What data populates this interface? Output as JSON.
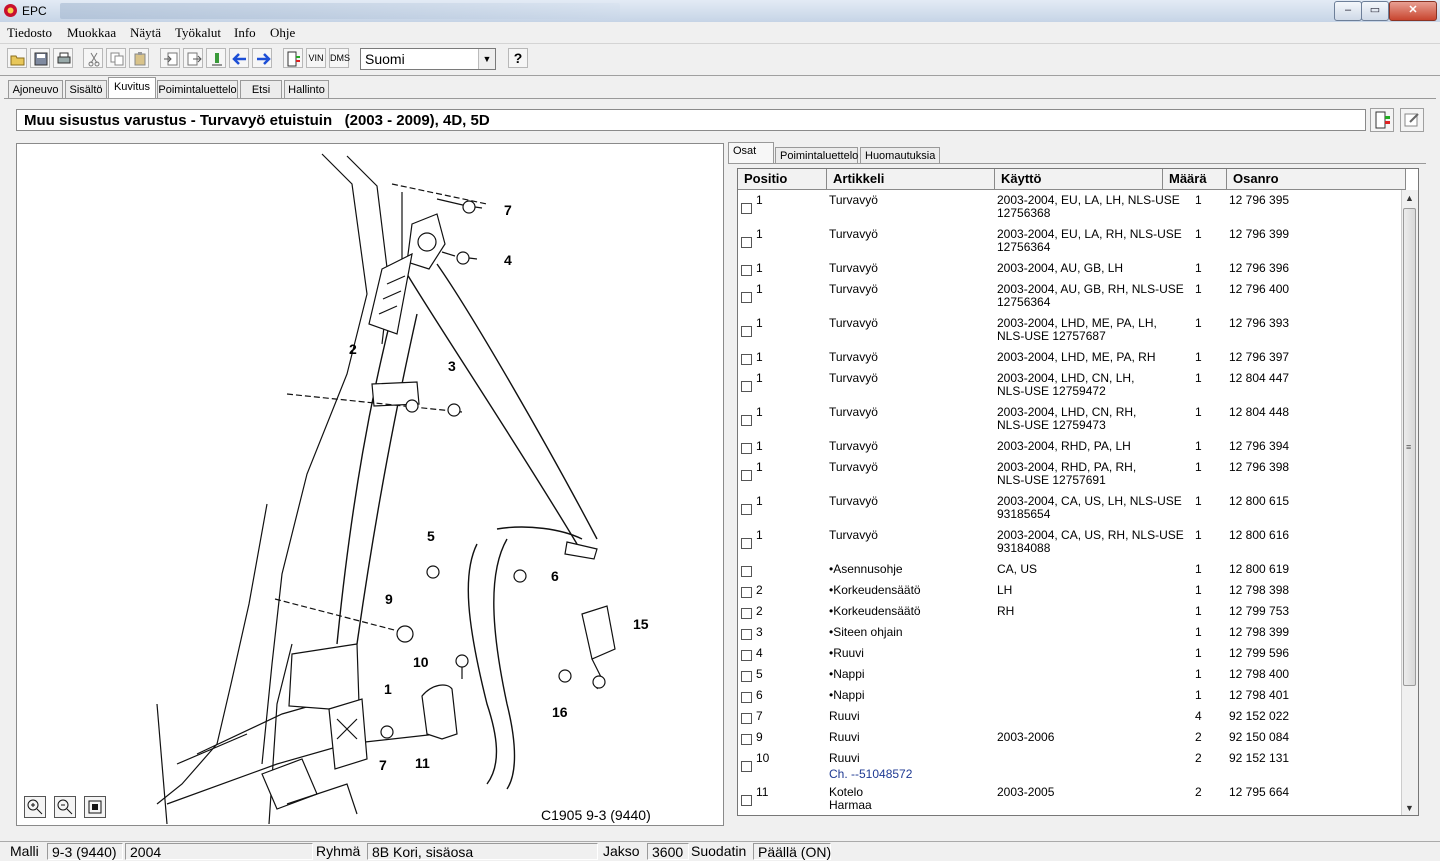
{
  "window": {
    "title": "EPC",
    "buttons": [
      "–",
      "▭",
      "✕"
    ]
  },
  "menu": [
    "Tiedosto",
    "Muokkaa",
    "Näytä",
    "Työkalut",
    "Info",
    "Ohje"
  ],
  "toolbar": {
    "vin_label": "VIN",
    "dms_label": "DMS",
    "language": "Suomi",
    "help_label": "?"
  },
  "main_tabs": [
    {
      "label": "Ajoneuvo"
    },
    {
      "label": "Sisältö"
    },
    {
      "label": "Kuvitus",
      "active": true
    },
    {
      "label": "Poimintaluettelo"
    },
    {
      "label": "Etsi"
    },
    {
      "label": "Hallinto"
    }
  ],
  "header": {
    "title": "Muu sisustus varustus - Turvavyö etuistuin   (2003 - 2009), 4D, 5D"
  },
  "diagram": {
    "caption": "C1905 9-3 (9440)",
    "callouts": [
      "7",
      "4",
      "2",
      "3",
      "5",
      "6",
      "9",
      "15",
      "10",
      "1",
      "16",
      "7",
      "11"
    ]
  },
  "parts_tabs": [
    {
      "label": "Osat",
      "active": true
    },
    {
      "label": "Poimintaluettelo"
    },
    {
      "label": "Huomautuksia"
    }
  ],
  "parts_table": {
    "columns": [
      "Positio",
      "Artikkeli",
      "Käyttö",
      "Määrä",
      "Osanro"
    ],
    "rows": [
      {
        "pos": "1",
        "article": "Turvavyö",
        "usage": "2003-2004, EU, LA, LH, NLS-USE\n12756368",
        "qty": "1",
        "part": "12 796 395"
      },
      {
        "pos": "1",
        "article": "Turvavyö",
        "usage": "2003-2004, EU, LA, RH, NLS-USE\n12756364",
        "qty": "1",
        "part": "12 796 399"
      },
      {
        "pos": "1",
        "article": "Turvavyö",
        "usage": "2003-2004, AU, GB, LH",
        "qty": "1",
        "part": "12 796 396"
      },
      {
        "pos": "1",
        "article": "Turvavyö",
        "usage": "2003-2004, AU, GB, RH, NLS-USE\n12756364",
        "qty": "1",
        "part": "12 796 400"
      },
      {
        "pos": "1",
        "article": "Turvavyö",
        "usage": "2003-2004, LHD, ME, PA, LH,\nNLS-USE 12757687",
        "qty": "1",
        "part": "12 796 393"
      },
      {
        "pos": "1",
        "article": "Turvavyö",
        "usage": "2003-2004, LHD, ME, PA, RH",
        "qty": "1",
        "part": "12 796 397"
      },
      {
        "pos": "1",
        "article": "Turvavyö",
        "usage": "2003-2004, LHD, CN, LH,\nNLS-USE 12759472",
        "qty": "1",
        "part": "12 804 447"
      },
      {
        "pos": "1",
        "article": "Turvavyö",
        "usage": "2003-2004, LHD, CN, RH,\nNLS-USE 12759473",
        "qty": "1",
        "part": "12 804 448"
      },
      {
        "pos": "1",
        "article": "Turvavyö",
        "usage": "2003-2004, RHD, PA, LH",
        "qty": "1",
        "part": "12 796 394"
      },
      {
        "pos": "1",
        "article": "Turvavyö",
        "usage": "2003-2004, RHD, PA, RH,\nNLS-USE 12757691",
        "qty": "1",
        "part": "12 796 398"
      },
      {
        "pos": "1",
        "article": "Turvavyö",
        "usage": "2003-2004, CA, US, LH, NLS-USE\n93185654",
        "qty": "1",
        "part": "12 800 615"
      },
      {
        "pos": "1",
        "article": "Turvavyö",
        "usage": "2003-2004, CA, US, RH, NLS-USE\n93184088",
        "qty": "1",
        "part": "12 800 616"
      },
      {
        "pos": "",
        "article": "•Asennusohje",
        "usage": "CA, US",
        "qty": "1",
        "part": "12 800 619"
      },
      {
        "pos": "2",
        "article": "•Korkeudensäätö",
        "usage": "LH",
        "qty": "1",
        "part": "12 798 398"
      },
      {
        "pos": "2",
        "article": "•Korkeudensäätö",
        "usage": "RH",
        "qty": "1",
        "part": "12 799 753"
      },
      {
        "pos": "3",
        "article": "•Siteen ohjain",
        "usage": "",
        "qty": "1",
        "part": "12 798 399"
      },
      {
        "pos": "4",
        "article": "•Ruuvi",
        "usage": "",
        "qty": "1",
        "part": "12 799 596"
      },
      {
        "pos": "5",
        "article": "•Nappi",
        "usage": "",
        "qty": "1",
        "part": "12 798 400"
      },
      {
        "pos": "6",
        "article": "•Nappi",
        "usage": "",
        "qty": "1",
        "part": "12 798 401"
      },
      {
        "pos": "7",
        "article": "Ruuvi",
        "usage": "",
        "qty": "4",
        "part": "92 152 022"
      },
      {
        "pos": "9",
        "article": "Ruuvi",
        "usage": "2003-2006",
        "qty": "2",
        "part": "92 150 084"
      },
      {
        "pos": "10",
        "article": "Ruuvi",
        "article_note": "Ch. --51048572",
        "usage": "",
        "qty": "2",
        "part": "92 152 131"
      },
      {
        "pos": "11",
        "article": "Kotelo\nHarmaa",
        "usage": "2003-2005",
        "qty": "2",
        "part": "12 795 664"
      }
    ]
  },
  "status": {
    "model_label": "Malli",
    "model": "9-3 (9440)",
    "year": "2004",
    "group_label": "Ryhmä",
    "group": "8B Kori, sisäosa",
    "section_label": "Jakso",
    "section": "3600",
    "filter_label": "Suodatin",
    "filter": "Päällä (ON)"
  }
}
